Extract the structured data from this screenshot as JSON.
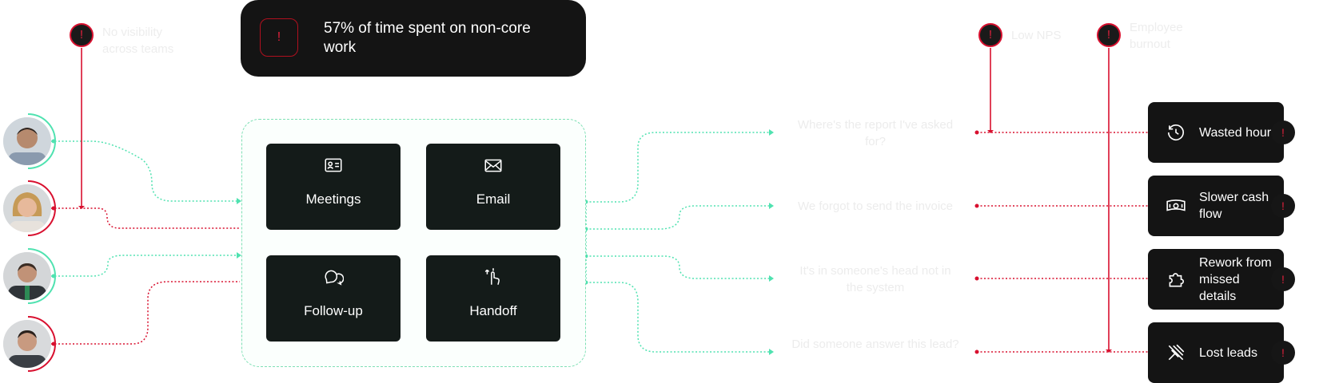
{
  "warnings": [
    {
      "label": "No visibility across teams"
    },
    {
      "label": "Low NPS"
    },
    {
      "label": "Employee burnout"
    }
  ],
  "banner": {
    "icon": "warning-icon",
    "text": "57% of time spent on non-core work"
  },
  "channels": [
    {
      "label": "Meetings",
      "icon": "contact-card-icon"
    },
    {
      "label": "Email",
      "icon": "envelope-icon"
    },
    {
      "label": "Follow-up",
      "icon": "chat-bubbles-icon"
    },
    {
      "label": "Handoff",
      "icon": "hand-touch-icon"
    }
  ],
  "questions": [
    {
      "text": "Where's the report I've asked for?"
    },
    {
      "text": "We forgot to send the invoice"
    },
    {
      "text": "It's in someone's head not in the system"
    },
    {
      "text": "Did someone answer this lead?"
    }
  ],
  "outcomes": [
    {
      "label": "Wasted hours",
      "icon": "clock-rewind-icon",
      "badge": "!"
    },
    {
      "label": "Slower cash flow",
      "icon": "cash-icon",
      "badge": "!"
    },
    {
      "label": "Rework from missed details",
      "icon": "puzzle-icon",
      "badge": "!"
    },
    {
      "label": "Lost leads",
      "icon": "pin-off-icon",
      "badge": "!"
    }
  ],
  "marker_glyph": "!",
  "colors": {
    "green": "#4fe2b0",
    "red": "#d8102f",
    "card": "#141414"
  }
}
